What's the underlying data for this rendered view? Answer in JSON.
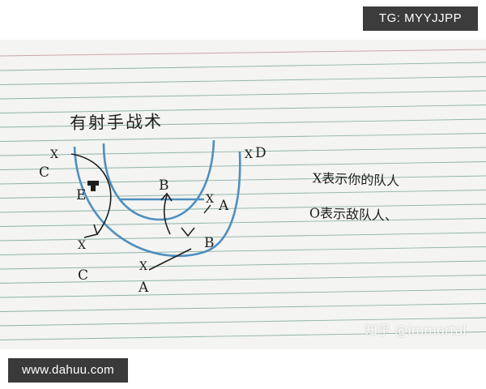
{
  "overlays": {
    "tg_label": "TG: MYYJJPP",
    "site_label": "www.dahuu.com",
    "zhihu_watermark": "知乎 @Immortal"
  },
  "note": {
    "title": "有射手战术",
    "legend_x": "X表示你的队人",
    "legend_o": "O表示敌队人、",
    "player_labels": {
      "c_top": "C",
      "x_c_top": "X",
      "e": "E",
      "b_mid": "B",
      "x_a_top": "X",
      "a_right": "A",
      "x_d": "X",
      "d": "D",
      "b_low": "B",
      "x_c_bottom": "X",
      "c_bottom": "C",
      "x_a_bottom": "X",
      "a_bottom": "A"
    }
  },
  "colors": {
    "paper": "#f4f4f2",
    "rule_line": "#8fb3a8",
    "margin_line": "#c8a8a8",
    "ink_blue": "#4f8fbf",
    "ink_black": "#1e1e1e",
    "badge_bg": "#3c3c3c"
  },
  "icons": [
    "gun-icon"
  ]
}
